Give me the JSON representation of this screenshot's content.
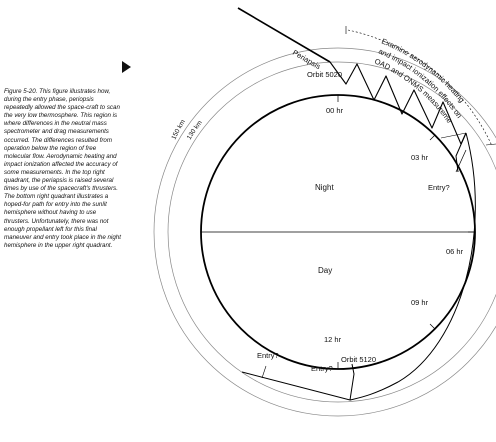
{
  "caption": "Figure 5-20. This figure illustrates how, during the entry phase, periopsis repeatedly allowed the space-craft to scan the very low thermosphere. This region is where differences in the neutral mass spectrometer and drag measurements occurred. The differences resulted from operation below the region of free molecular flow. Aerodynamic heating and impact ionization affected the accuracy of some measurements. In the top right quadrant, the periapsis is raised several times by use of the spacecraft's thrusters. The bottom right quadrant illustrates a hoped-for path for entry into the sunlit hemisphere without having to use thrusters. Unfortunately, there was not enough propellant left for this final maneuver and entry took place in the night hemisphere in the upper right quadrant.",
  "labels": {
    "periapsis": "Periapsis",
    "altitude_outer": "150 km",
    "altitude_inner": "130 km",
    "orbit_top": "Orbit 5020",
    "orbit_bottom": "Orbit 5120",
    "hour_00": "00 hr",
    "hour_03": "03 hr",
    "hour_06": "06 hr",
    "hour_09": "09 hr",
    "hour_12": "12 hr",
    "night": "Night",
    "day": "Day",
    "entry_right": "Entry?",
    "entry_bottom_left": "Entry?",
    "entry_bottom_mid": "Entry?",
    "examine_line1": "Examine aerodynamic heating",
    "examine_line2": "and impact ionization effects on",
    "examine_line3": "OAD and ONMS measurements"
  }
}
